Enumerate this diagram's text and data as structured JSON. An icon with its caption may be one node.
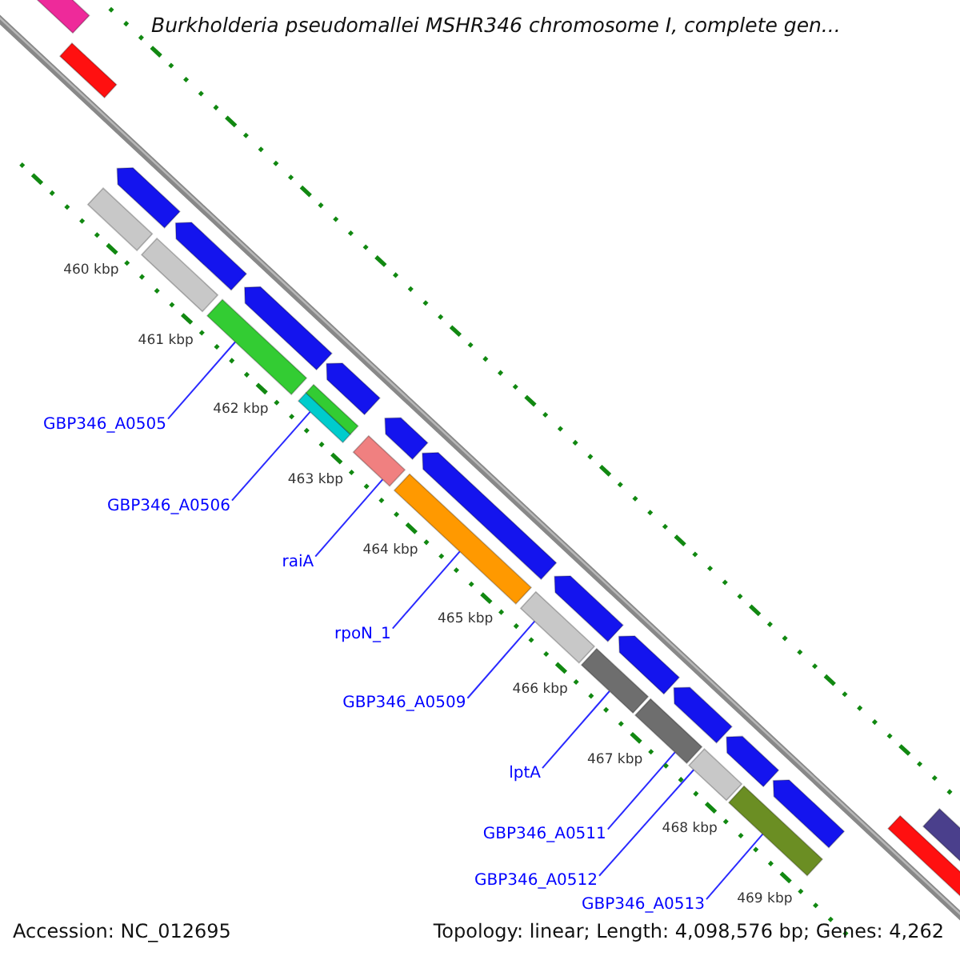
{
  "diagram": {
    "title": "Burkholderia pseudomallei MSHR346 chromosome I, complete gen...",
    "nodes": [
      {
        "text": [
          "GBP346_A0505"
        ]
      },
      {
        "text": [
          "GBP346_A0506"
        ]
      },
      {
        "text": [
          "raiA"
        ]
      },
      {
        "text": [
          "rpoN_1"
        ]
      },
      {
        "text": [
          "GBP346_A0509"
        ]
      },
      {
        "text": [
          "lptA"
        ]
      },
      {
        "text": [
          "GBP346_A0511"
        ]
      },
      {
        "text": [
          "GBP346_A0512"
        ]
      },
      {
        "text": [
          "GBP346_A0513"
        ]
      },
      {
        "text": [],
        "shape": "bar"
      },
      {
        "text": [],
        "shape": "bar"
      },
      {
        "text": [],
        "shape": "bar"
      },
      {
        "text": [],
        "shape": "bar"
      },
      {
        "text": [],
        "shape": "bar"
      },
      {
        "text": [],
        "shape": "bar"
      },
      {
        "text": [],
        "shape": "bar"
      },
      {
        "text": [],
        "shape": "bar"
      },
      {
        "text": [],
        "shape": "bar"
      },
      {
        "text": [],
        "shape": "bar"
      },
      {
        "text": [],
        "shape": "bar"
      },
      {
        "text": [],
        "shape": "bar"
      },
      {
        "text": [],
        "shape": "bar"
      },
      {
        "text": [],
        "shape": "bar"
      },
      {
        "text": [],
        "shape": "bar"
      },
      {
        "text": [],
        "shape": "bar"
      },
      {
        "text": [],
        "shape": "bar"
      },
      {
        "text": [],
        "shape": "bar"
      },
      {
        "text": [],
        "shape": "bar"
      },
      {
        "text": [],
        "shape": "bar"
      },
      {
        "text": [],
        "shape": "bar"
      },
      {
        "text": [],
        "shape": "bar"
      },
      {
        "text": [],
        "shape": "bar"
      },
      {
        "text": [],
        "shape": "bar"
      },
      {
        "text": [],
        "shape": "bar"
      },
      {
        "text": [],
        "shape": "bar"
      },
      {
        "text": [],
        "shape": "bar"
      }
    ],
    "edges": [
      {
        "from": 0,
        "to": 9,
        "arrow": "none"
      },
      {
        "from": 1,
        "to": 10,
        "arrow": "none"
      },
      {
        "from": 2,
        "to": 11,
        "arrow": "none"
      },
      {
        "from": 3,
        "to": 12,
        "arrow": "none"
      },
      {
        "from": 4,
        "to": 13,
        "arrow": "none"
      },
      {
        "from": 5,
        "to": 14,
        "arrow": "none"
      },
      {
        "from": 6,
        "to": 15,
        "arrow": "none"
      },
      {
        "from": 7,
        "to": 16,
        "arrow": "none"
      },
      {
        "from": 8,
        "to": 17,
        "arrow": "none"
      }
    ],
    "labels": [
      "460 kbp",
      "461 kbp",
      "462 kbp",
      "463 kbp",
      "464 kbp",
      "465 kbp",
      "466 kbp",
      "467 kbp",
      "468 kbp",
      "469 kbp",
      "Accession: NC_012695",
      "Topology: linear; Length: 4,098,576 bp; Genes: 4,262"
    ]
  }
}
